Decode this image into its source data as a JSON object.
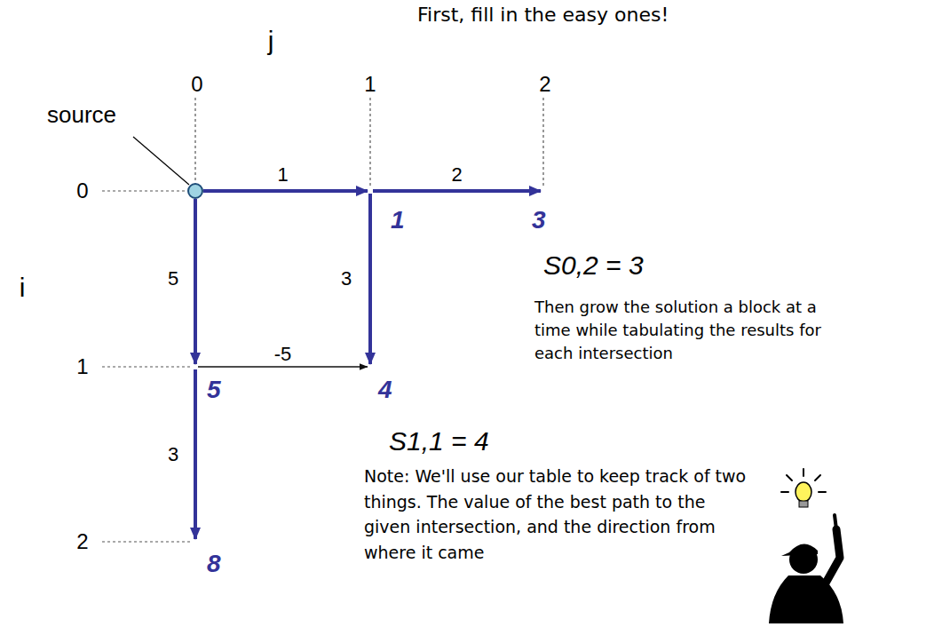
{
  "diagram": {
    "nodes": [
      {
        "text": [
          "source"
        ]
      },
      {
        "text": [
          "1"
        ]
      },
      {
        "text": [
          "3"
        ]
      },
      {
        "text": [
          "5"
        ]
      },
      {
        "text": [
          "4"
        ]
      },
      {
        "text": [
          "8"
        ]
      }
    ],
    "edges": [
      {
        "from": 0,
        "to": 1,
        "arrow": "to",
        "label": "1"
      },
      {
        "from": 1,
        "to": 2,
        "arrow": "to",
        "label": "2"
      },
      {
        "from": 0,
        "to": 3,
        "arrow": "to",
        "label": "5"
      },
      {
        "from": 1,
        "to": 4,
        "arrow": "to",
        "label": "3"
      },
      {
        "from": 3,
        "to": 4,
        "arrow": "to",
        "label": "-5"
      },
      {
        "from": 3,
        "to": 5,
        "arrow": "to",
        "label": "3"
      }
    ],
    "labels": [
      "First, fill in the easy ones!",
      "j",
      "0",
      "1",
      "2",
      "i",
      "0",
      "1",
      "2",
      "S0,2 = 3",
      "Then grow the solution a block at a time while tabulating the results for each intersection",
      "S1,1 = 4",
      "Note: We'll use our table to keep track of two things. The value of the best path to the given intersection, and the direction from where it came"
    ]
  }
}
